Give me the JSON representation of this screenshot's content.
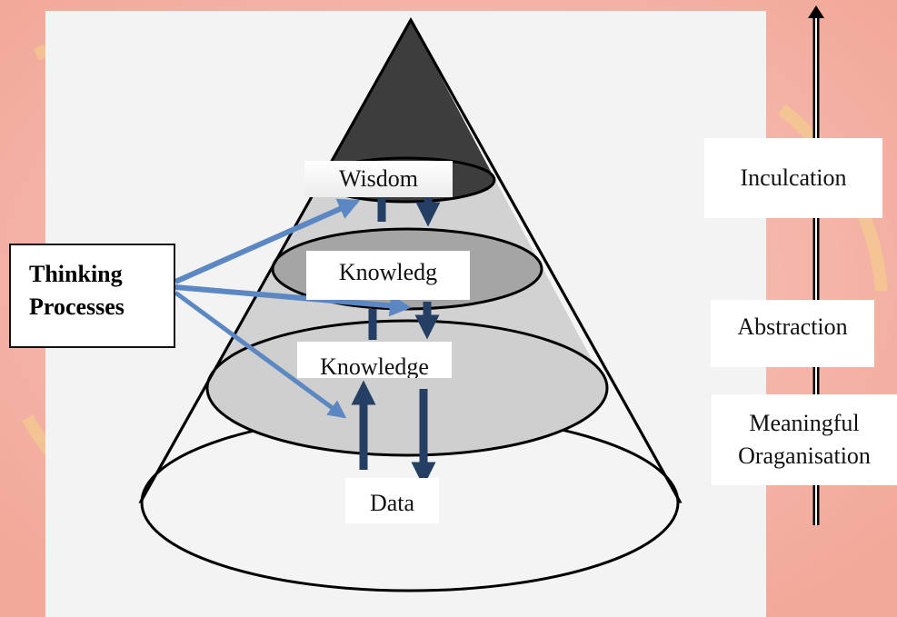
{
  "levels": {
    "wisdom": "Wisdom",
    "knowledg": "Knowledg",
    "knowledge": "Knowledge",
    "data": "Data"
  },
  "thinking": {
    "line1": "Thinking",
    "line2": "Processes"
  },
  "scale": {
    "inculcation": "Inculcation",
    "abstraction": "Abstraction",
    "organisation_line1": "Meaningful",
    "organisation_line2": "Oraganisation"
  },
  "colors": {
    "background_watermark": "#f2b5a8",
    "panel": "#f3f3f3",
    "apex": "#3d3d3d",
    "arrow_blue": "#5b87c2",
    "arrow_navy": "#243f63"
  }
}
